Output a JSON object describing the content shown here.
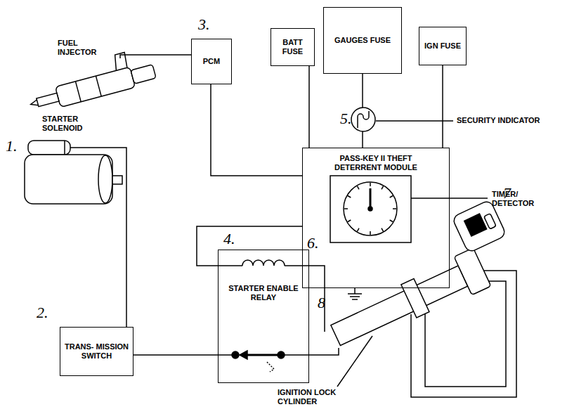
{
  "diagram": {
    "nodes": [
      {
        "text": [
          "BATT FUSE"
        ]
      },
      {
        "text": [
          "GAUGES FUSE"
        ]
      },
      {
        "text": [
          "IGN FUSE"
        ]
      },
      {
        "text": [
          "PCM"
        ]
      },
      {
        "text": [
          "PASS-KEY II THEFT DETERRENT MODULE"
        ]
      },
      {
        "text": [
          "STARTER ENABLE RELAY"
        ]
      },
      {
        "text": [
          "TRANS- MISSION SWITCH"
        ]
      }
    ],
    "edges": [
      {
        "from": 0,
        "to": 4,
        "arrow": "none"
      },
      {
        "from": 1,
        "to": 4,
        "arrow": "none"
      },
      {
        "from": 2,
        "to": 4,
        "arrow": "none"
      },
      {
        "from": 3,
        "to": 4,
        "arrow": "none"
      },
      {
        "from": 4,
        "to": 5,
        "arrow": "none"
      },
      {
        "from": 5,
        "to": 6,
        "arrow": "none"
      }
    ],
    "labels": [
      "FUEL INJECTOR",
      "STARTER SOLENOID",
      "SECURITY INDICATOR",
      "TIMER/ DETECTOR",
      "IGNITION LOCK CYLINDER",
      "1.",
      "2.",
      "3.",
      "4.",
      "5.",
      "6.",
      "7",
      "8"
    ]
  }
}
